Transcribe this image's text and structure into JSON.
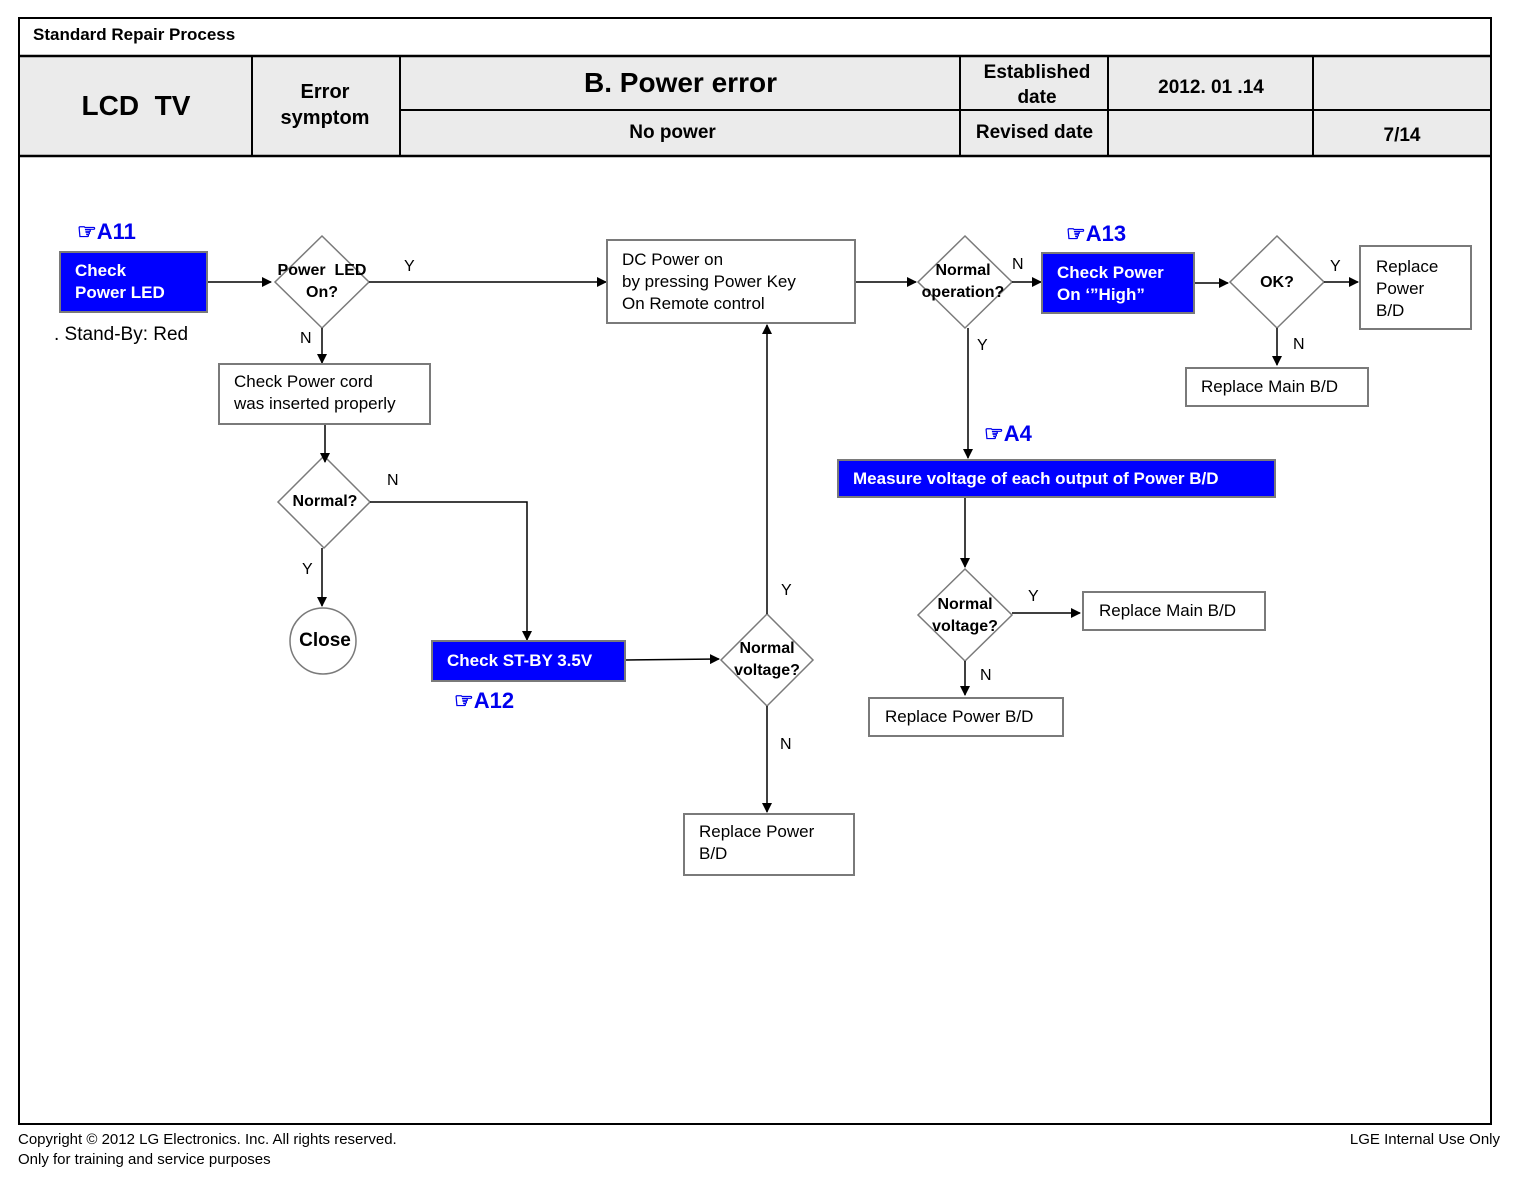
{
  "header": {
    "process_title": "Standard Repair Process",
    "product": "LCD  TV",
    "error_symptom_label": "Error symptom",
    "error_title": "B. Power error",
    "error_sub": "No power",
    "established_label": "Established date",
    "established_date": "2012. 01 .14",
    "revised_label": "Revised date",
    "revised_date": "",
    "page": "7/14"
  },
  "refs": {
    "a11": "☞A11",
    "a12": "☞A12",
    "a13": "☞A13",
    "a4": "☞A4"
  },
  "nodes": {
    "check_power_led": "Check\nPower LED",
    "standby_note": ". Stand-By: Red",
    "power_led_on": "Power  LED\nOn?",
    "check_power_cord": "Check Power cord\nwas inserted properly",
    "normal_1": "Normal?",
    "close": "Close",
    "check_st_by": "Check ST-BY 3.5V",
    "normal_voltage_1": "Normal\nvoltage?",
    "replace_power_bd_1": "Replace Power\nB/D",
    "dc_power_on": "DC Power on\nby pressing Power Key\nOn Remote control",
    "normal_operation": "Normal\noperation?",
    "check_power_on_high": "Check Power\nOn ‘”High”",
    "ok": "OK?",
    "replace_power_bd_2": "Replace\nPower\nB/D",
    "replace_main_bd_1": "Replace Main B/D",
    "measure_voltage": "Measure voltage of each output of Power B/D",
    "normal_voltage_2": "Normal\nvoltage?",
    "replace_main_bd_2": "Replace Main B/D",
    "replace_power_bd_3": "Replace Power B/D"
  },
  "edge_labels": {
    "y": "Y",
    "n": "N"
  },
  "footer": {
    "copyright": "Copyright © 2012 LG Electronics. Inc. All rights reserved.",
    "purpose": "Only for training and service purposes",
    "internal": "LGE Internal Use Only"
  },
  "colors": {
    "header_bg": "#ebebeb",
    "process_blue": "#0000ff",
    "ref_blue": "#0000ee",
    "box_border": "#7a7a7a"
  }
}
